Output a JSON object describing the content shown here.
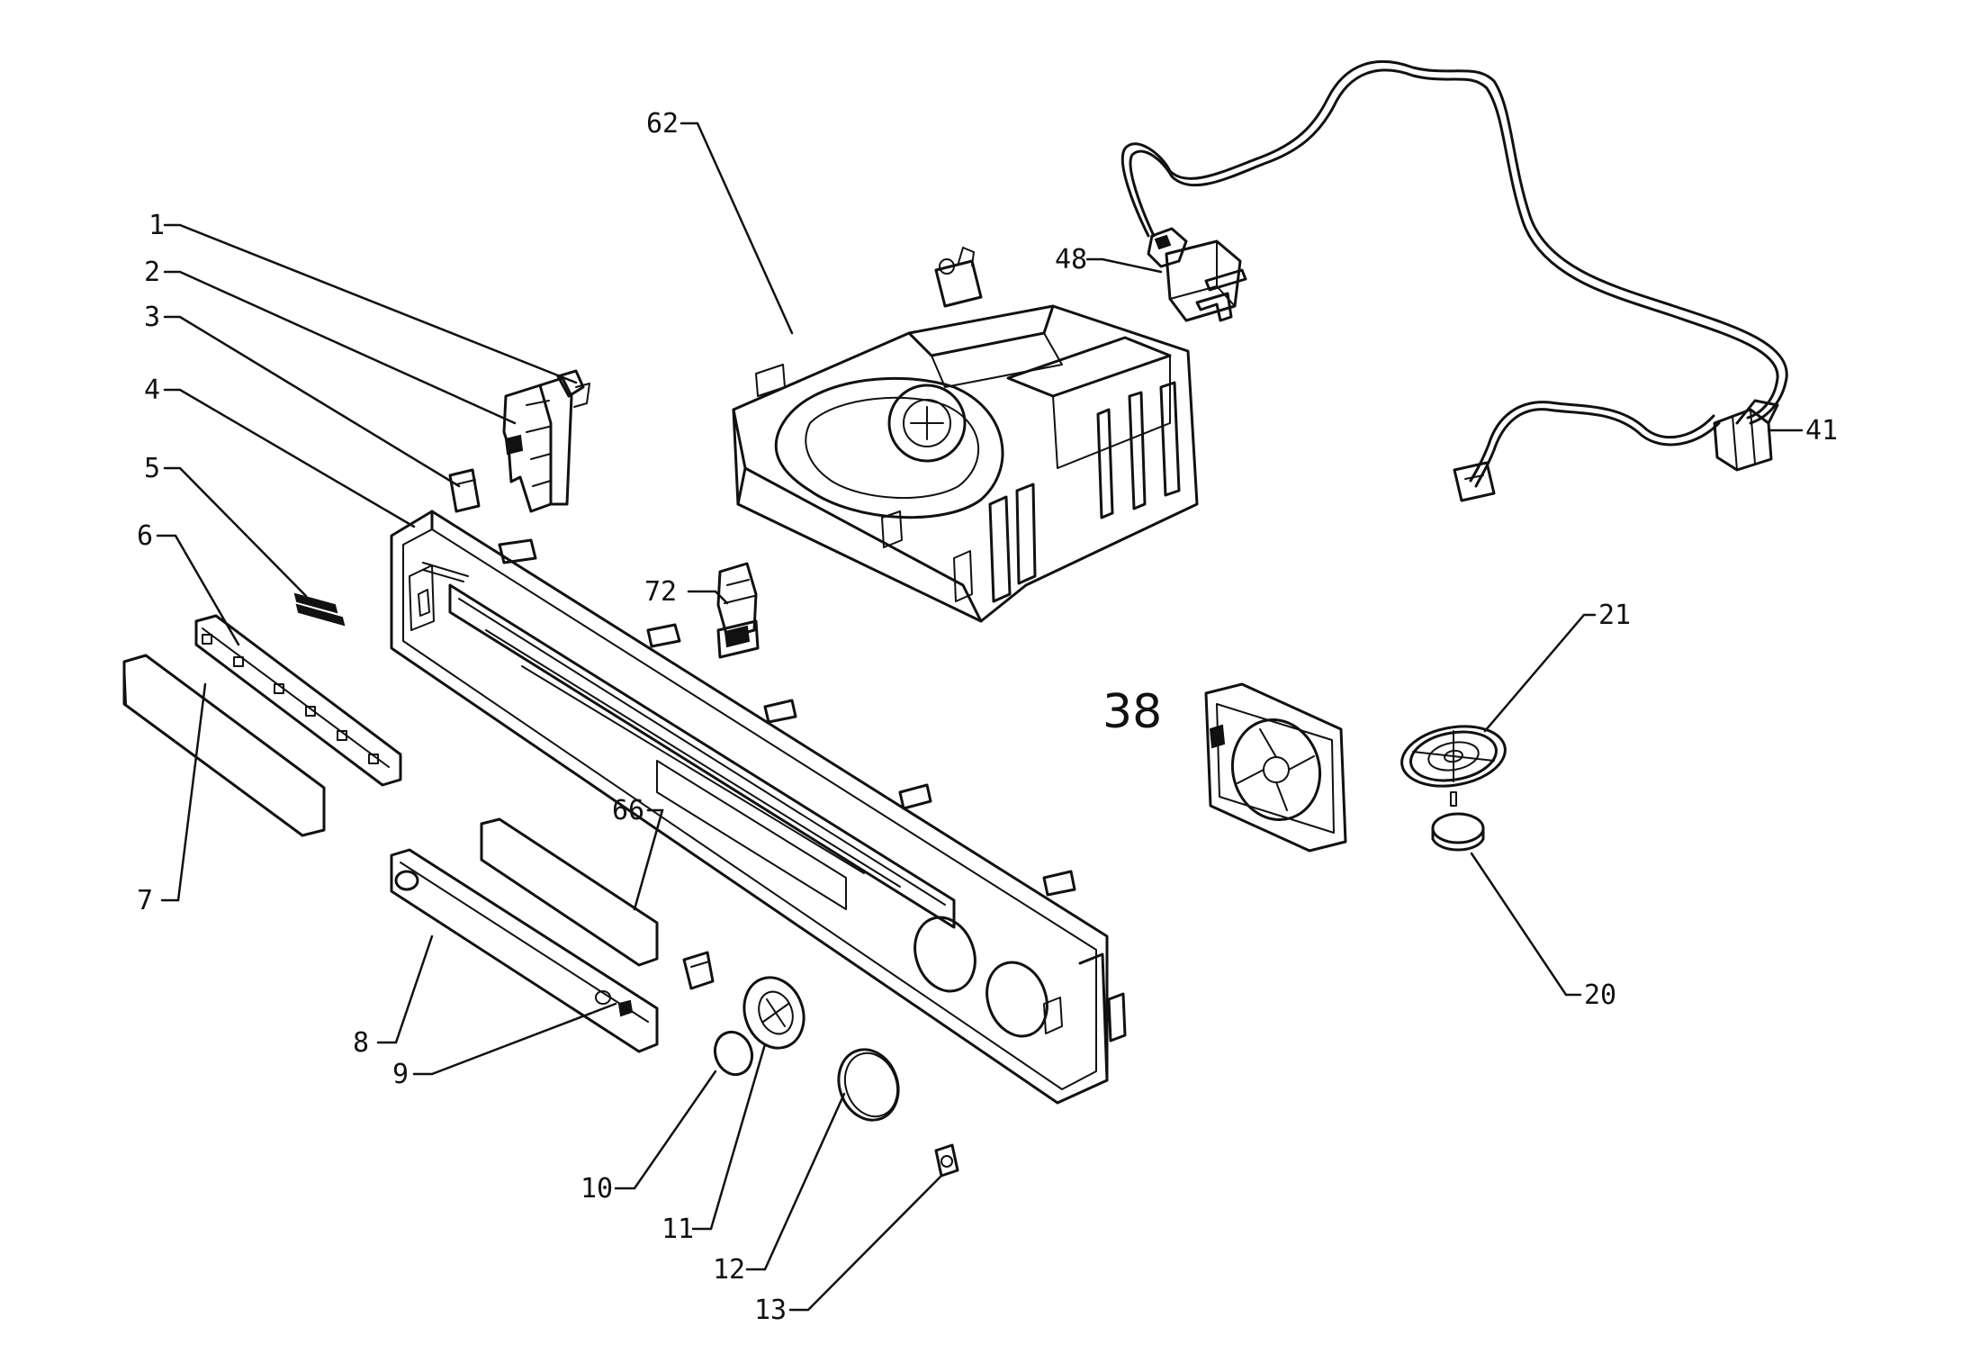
{
  "callouts": {
    "c1": "1",
    "c2": "2",
    "c3": "3",
    "c4": "4",
    "c5": "5",
    "c6": "6",
    "c7": "7",
    "c8": "8",
    "c9": "9",
    "c10": "10",
    "c11": "11",
    "c12": "12",
    "c13": "13",
    "c20": "20",
    "c21": "21",
    "c38": "38",
    "c41": "41",
    "c48": "48",
    "c62": "62",
    "c66": "66",
    "c72": "72"
  }
}
